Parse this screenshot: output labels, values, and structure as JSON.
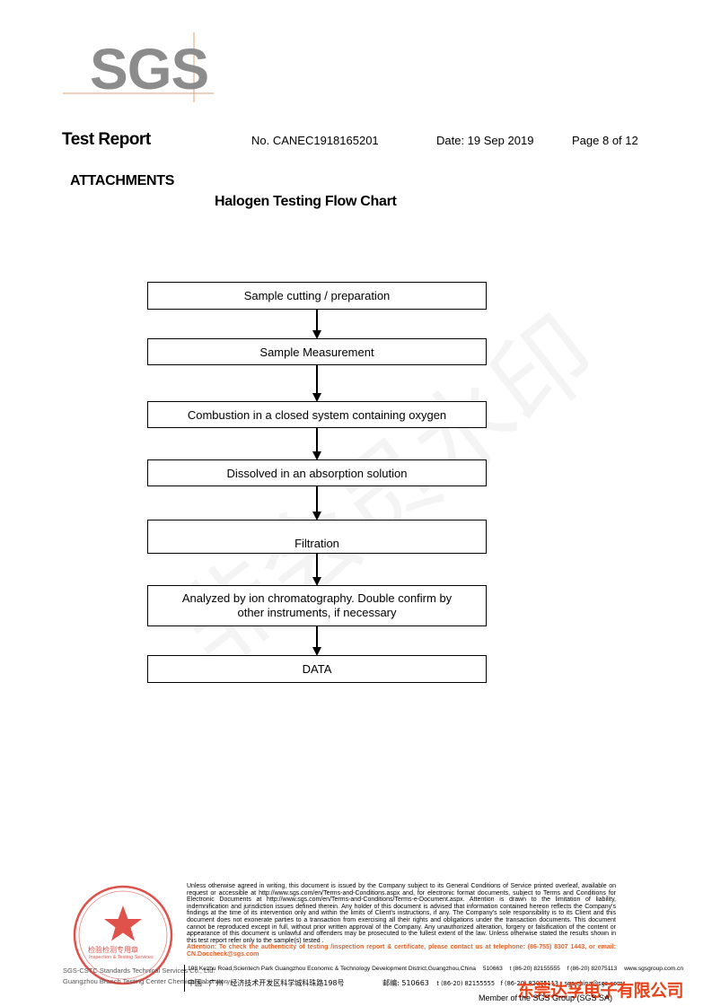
{
  "header": {
    "logo": "SGS",
    "title": "Test Report",
    "report_no": "No. CANEC1918165201",
    "date": "Date: 19 Sep 2019",
    "page": "Page 8 of 12"
  },
  "section_title": "ATTACHMENTS",
  "chart_title": "Halogen Testing Flow Chart",
  "flow_steps": [
    "Sample cutting / preparation",
    "Sample Measurement",
    "Combustion in a closed system containing oxygen",
    "Dissolved in an absorption solution",
    "Filtration",
    "Analyzed by ion chromatography. Double confirm by other instruments, if necessary",
    "DATA"
  ],
  "watermark": "非会员水印",
  "footer": {
    "disclaimer": "Unless otherwise agreed in writing, this document is issued by the Company subject to its General Conditions of Service printed overleaf, available on request or accessible at http://www.sgs.com/en/Terms-and-Conditions.aspx and, for electronic format documents, subject to Terms and Conditions for Electronic Documents at http://www.sgs.com/en/Terms-and-Conditions/Terms-e-Document.aspx. Attention is drawn to the limitation of liability, indemnification and jurisdiction issues defined therein. Any holder of this document is advised that information contained hereon reflects the Company's findings at the time of its intervention only and within the limits of Client's instructions, if any. The Company's sole responsibility is to its Client and this document does not exonerate parties to a transaction from exercising all their rights and obligations under the transaction documents. This document cannot be reproduced except in full, without prior written approval of the Company. Any unauthorized alteration, forgery or falsification of the content or appearance of this document is unlawful and offenders may be prosecuted to the fullest extent of the law. Unless otherwise stated the results shown in this test report refer only to the sample(s) tested .",
    "attention": "Attention: To check the authenticity of testing /inspection report & certificate, please contact us at telephone: (86-755) 8307 1443, or email: CN.Doccheck@sgs.com",
    "address_en": "198 Kezhu Road,Scientech Park Guangzhou Economic & Technology Development District,Guangzhou,China",
    "postcode_en": "510663",
    "phone_en": "t (86-20) 82155555",
    "fax_en": "f (86-20) 82075113",
    "website": "www.sgsgroup.com.cn",
    "address_cn": "中国 · 广州 · 经济技术开发区科学城科珠路198号",
    "postcode_label_cn": "邮编:",
    "postcode_cn": "510663",
    "phone_cn": "t (86-20) 82155555",
    "fax_cn": "f (86-20) 82075113",
    "email_cn": "sgs.china@sgs.com",
    "lab_line1": "SGS-CSTC Standards Technical Services Co., Ltd.",
    "lab_line2": "Guangzhou Branch Testing Center Chemical Laboratory",
    "seal_text": "检验检测专用章",
    "seal_sub": "Inspection & Testing Services",
    "company_cn": "东莞达孚电子有限公司",
    "member": "Member of the SGS Group (SGS SA)"
  },
  "colors": {
    "logo_gray": "#8c8c8c",
    "accent_orange": "#e0632a",
    "seal_red": "#d9342b",
    "company_red": "#e8431a"
  }
}
